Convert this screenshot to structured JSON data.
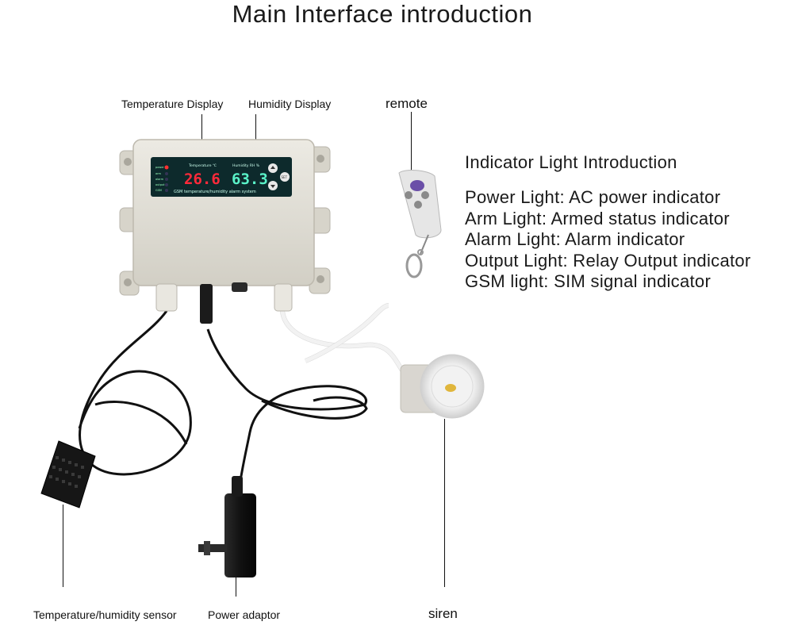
{
  "title": "Main Interface introduction",
  "labels": {
    "temperature_display": "Temperature Display",
    "humidity_display": "Humidity Display",
    "remote": "remote",
    "sensor": "Temperature/humidity sensor",
    "power_adaptor": "Power adaptor",
    "siren": "siren"
  },
  "device": {
    "temperature_value": "26.6",
    "humidity_value": "63.3",
    "temperature_caption": "Temperature ℃",
    "humidity_caption": "Humidity RH %",
    "system_caption": "GSM temperature/humidity alarm system",
    "indicator_names": [
      "power",
      "arm",
      "alarm",
      "output",
      "GSM"
    ],
    "set_button": "SET"
  },
  "indicator_info": {
    "heading": "Indicator Light Introduction",
    "items": [
      "Power Light: AC power indicator",
      "Arm Light: Armed status indicator",
      "Alarm Light: Alarm indicator",
      "Output Light: Relay Output indicator",
      "GSM light: SIM signal indicator"
    ]
  },
  "colors": {
    "temperature_digits": "#ff2a3a",
    "humidity_digits": "#5af2c8",
    "panel": "#0d2a2c",
    "housing": "#e4e1d8"
  }
}
